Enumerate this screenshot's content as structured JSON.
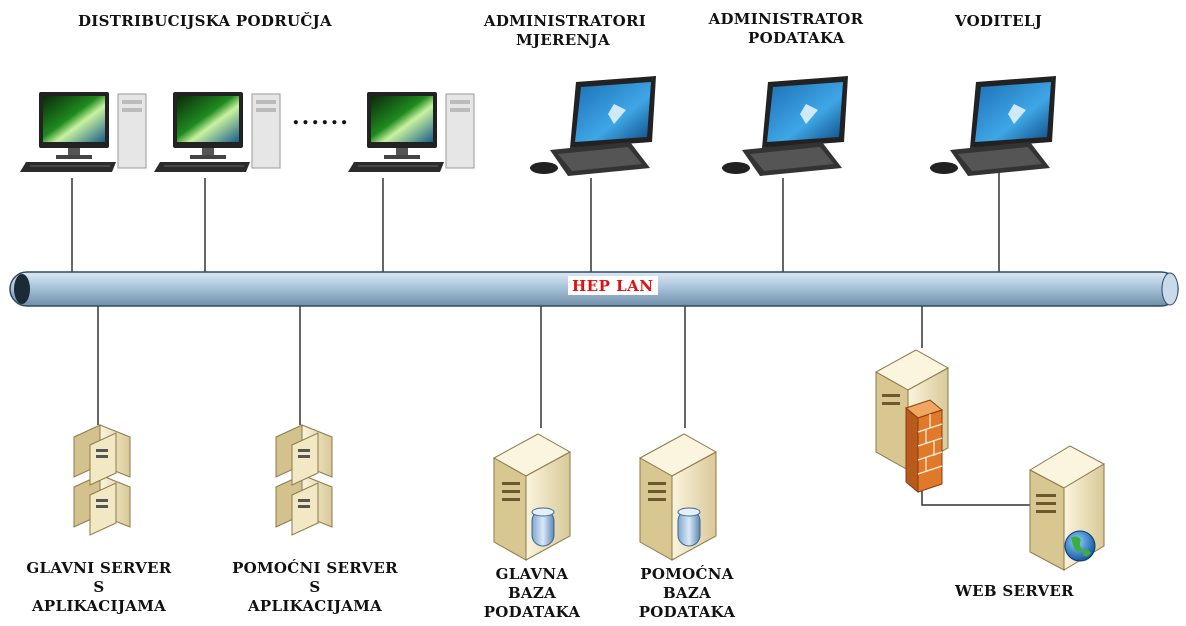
{
  "network": {
    "bus_label": "HEP LAN",
    "colors": {
      "bus_fill": "#a9c3da",
      "bus_edge": "#2e4a63",
      "bus_label": "#e01010",
      "line": "#333333",
      "server_body": "#f1e7c7",
      "firewall": "#e07a2a"
    }
  },
  "top_nodes": {
    "distribution_areas": {
      "label": "DISTRIBUCIJSKA PODRUČJA",
      "icon": "desktop-computer-icon"
    },
    "ellipsis": "......",
    "measurement_admins": {
      "label_lines": [
        "ADMINISTRATORI",
        "MJERENJA"
      ],
      "icon": "laptop-icon"
    },
    "data_admin": {
      "label_lines": [
        "ADMINISTRATOR",
        "PODATAKA"
      ],
      "icon": "laptop-icon"
    },
    "manager": {
      "label": "VODITELJ",
      "icon": "laptop-icon"
    }
  },
  "bottom_nodes": {
    "main_server": {
      "label_lines": [
        "GLAVNI SERVER",
        "S",
        "APLIKACIJAMA"
      ],
      "icon": "server-rack-icon"
    },
    "aux_server": {
      "label_lines": [
        "POMOĆNI SERVER",
        "S",
        "APLIKACIJAMA"
      ],
      "icon": "server-rack-icon"
    },
    "main_db": {
      "label_lines": [
        "GLAVNA",
        "BAZA",
        "PODATAKA"
      ],
      "icon": "database-server-icon"
    },
    "aux_db": {
      "label_lines": [
        "POMOĆNA",
        "BAZA",
        "PODATAKA"
      ],
      "icon": "database-server-icon"
    },
    "web_server": {
      "label": "WEB SERVER",
      "icon": "web-server-icon",
      "firewall_icon": "firewall-icon"
    }
  }
}
